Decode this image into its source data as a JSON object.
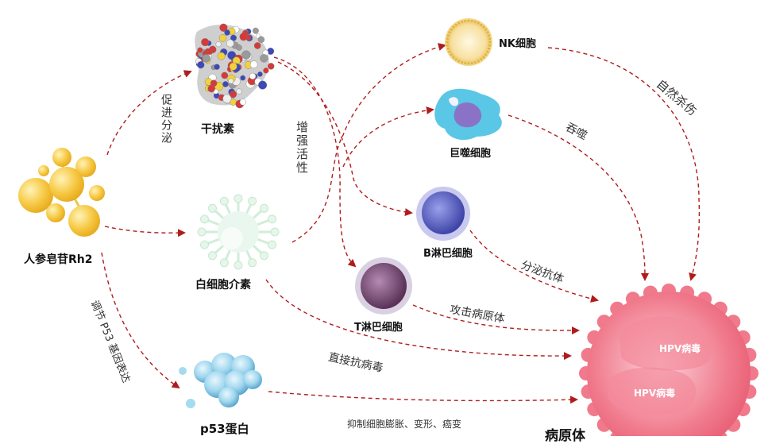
{
  "nodes": {
    "ginsenoside": "人参皂苷Rh2",
    "interferon": "干扰素",
    "interleukin": "白细胞介素",
    "p53_protein": "p53蛋白",
    "nk_cell": "NK细胞",
    "macrophage": "巨噬细胞",
    "b_cell": "B淋巴细胞",
    "t_cell": "T淋巴细胞",
    "pathogen": "病原体"
  },
  "edges": {
    "promote_secretion": "促进分泌",
    "enhance_activity": "增强活性",
    "regulate_p53": "调节 P53 基因表达",
    "direct_antivirus": "直接抗病毒",
    "inhibit_cells": "抑制细胞膨胀、变形、癌变",
    "natural_kill": "自然杀伤",
    "engulf": "吞噬",
    "secrete_antibody": "分泌抗体",
    "attack_pathogen": "攻击病原体"
  },
  "virus_labels": [
    "HPV病毒",
    "HPV病毒"
  ],
  "colors": {
    "arrow": "#b01c1c",
    "ginsenoside": "#f6c842",
    "pathogen": "#f07a8c",
    "nk_cell": "#f1cf6e",
    "macrophage": "#5bc7e6",
    "b_cell": "#5e64c4",
    "t_cell": "#7b4d7a",
    "p53": "#8fd0ea",
    "interleukin": "#d6f0de"
  }
}
